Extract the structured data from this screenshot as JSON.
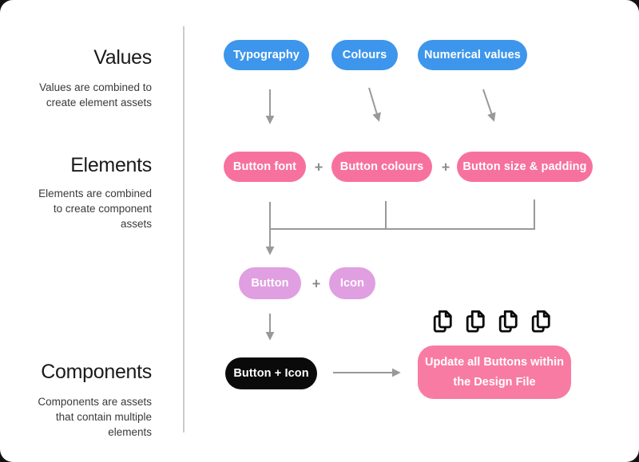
{
  "sections": {
    "values": {
      "heading": "Values",
      "desc1": "Values are combined to",
      "desc2": "create element assets"
    },
    "elements": {
      "heading": "Elements",
      "desc1": "Elements are combined",
      "desc2": "to create component",
      "desc3": "assets"
    },
    "components": {
      "heading": "Components",
      "desc1": "Components are assets",
      "desc2": "that contain multiple",
      "desc3": "elements"
    }
  },
  "pills": {
    "typography": "Typography",
    "colours": "Colours",
    "numerical_values": "Numerical values",
    "button_font": "Button font",
    "button_colours": "Button colours",
    "button_size_padding": "Button size & padding",
    "button": "Button",
    "icon": "Icon",
    "button_icon": "Button + Icon"
  },
  "plus": "+",
  "result_box": {
    "line1": "Update all Buttons within",
    "line2": "the Design File"
  },
  "icons": {
    "name": "copy-pages-icon",
    "count": 4
  },
  "colors": {
    "value_pill_blue": "#3d96eb",
    "element_pill_pink": "#f7719e",
    "result_box_pink": "#f87ba4",
    "part_pill_purple": "#e09fe0",
    "component_pill_black": "#0a0a0a",
    "arrow_gray": "#999999",
    "divider_gray": "#cbcbcb",
    "heading_text": "#1a1a1a",
    "card_background": "#ffffff"
  }
}
